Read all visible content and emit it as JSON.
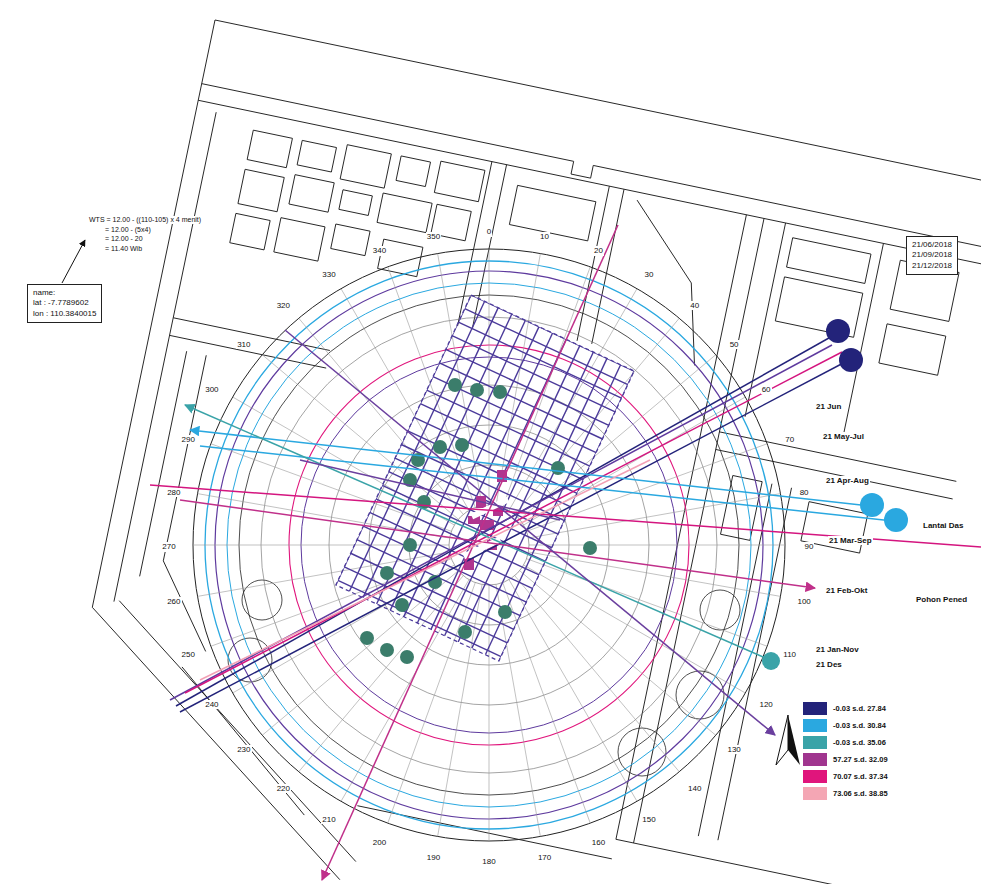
{
  "diagram": {
    "nodes": [
      {
        "text": [
          "name:",
          "lat : -7.7789602",
          "lon : 110.3840015"
        ]
      },
      {
        "text": [
          "21/06/2018",
          "21/09/2018",
          "21/12/2018"
        ]
      }
    ],
    "labels": [
      "WTS = 12.00 - ((110-105) x 4 menit)",
      "= 12.00 - (5x4)",
      "= 12.00 - 20",
      "= 11.40 Wib",
      "0",
      "10",
      "20",
      "30",
      "40",
      "50",
      "60",
      "70",
      "80",
      "90",
      "100",
      "110",
      "120",
      "130",
      "140",
      "150",
      "160",
      "170",
      "180",
      "190",
      "200",
      "210",
      "220",
      "230",
      "240",
      "250",
      "260",
      "270",
      "280",
      "290",
      "300",
      "310",
      "320",
      "330",
      "340",
      "350",
      "21 Jun",
      "21 May-Jul",
      "21 Apr-Aug",
      "21 Mar-Sep",
      "21 Feb-Okt",
      "21 Jan-Nov",
      "21 Des",
      "Lantai Das",
      "Pohon Pened"
    ],
    "legend": [
      {
        "text": "-0.03 s.d. 27.84",
        "color": "#23237a"
      },
      {
        "text": "-0.03 s.d. 30.84",
        "color": "#2aa8e0"
      },
      {
        "text": "-0.03 s.d. 35.06",
        "color": "#3aa3a8"
      },
      {
        "text": "57.27 s.d. 32.09",
        "color": "#a0358f"
      },
      {
        "text": "70.07 s.d. 37.34",
        "color": "#e0157c"
      },
      {
        "text": "73.06 s.d. 38.85",
        "color": "#f4a6b4"
      }
    ]
  }
}
